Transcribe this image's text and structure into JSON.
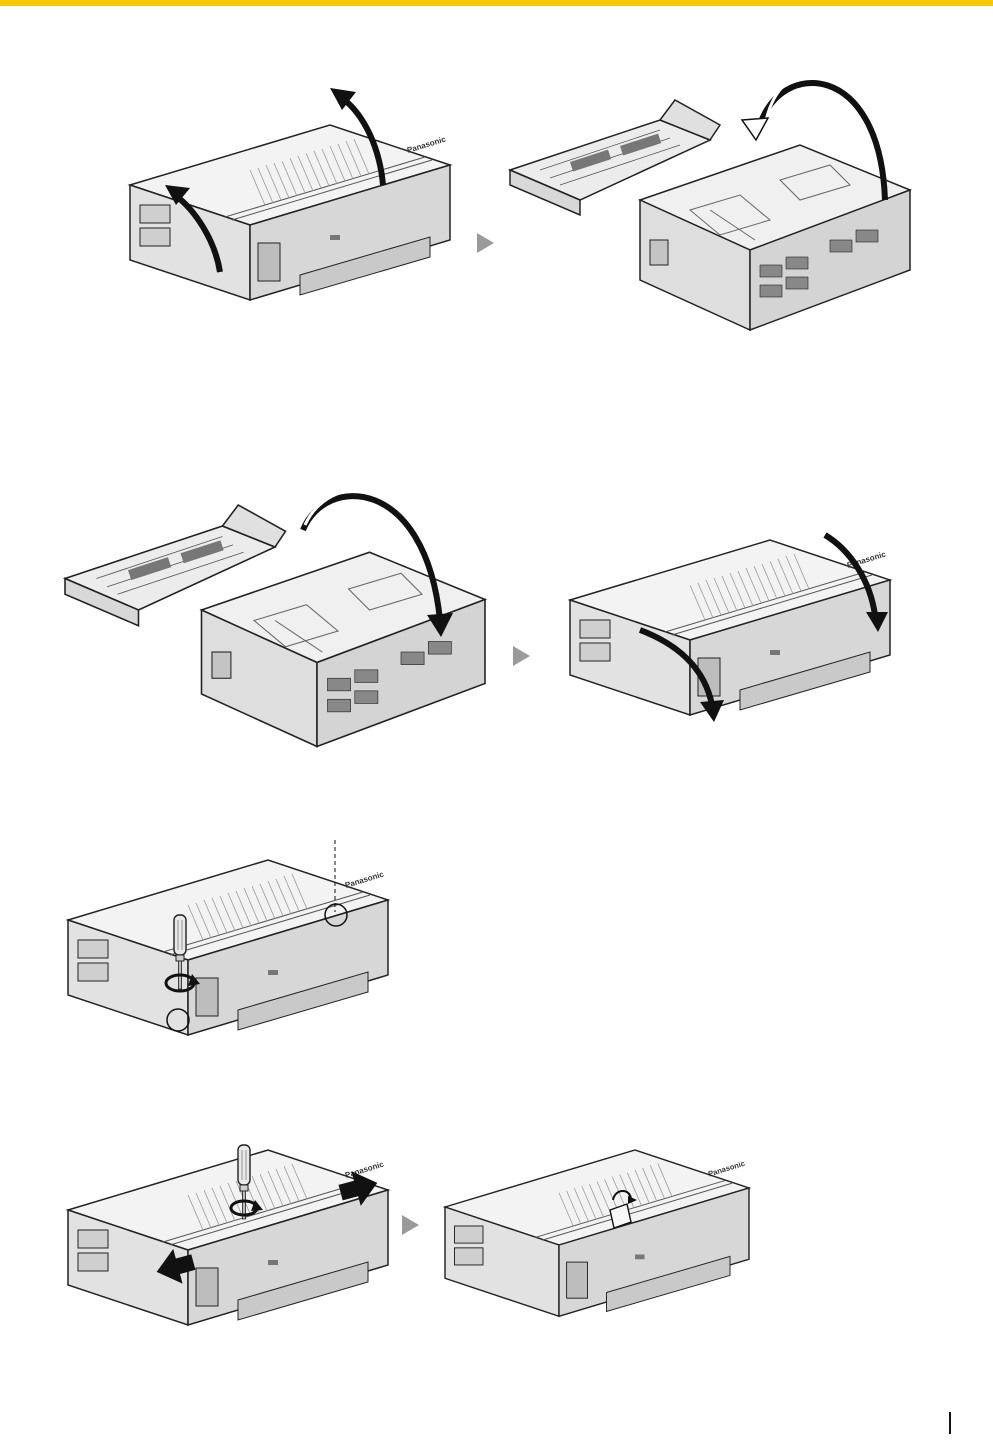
{
  "page": {
    "accent_color": "#f5c800",
    "brand_logo_text": "Panasonic"
  },
  "steps": [
    {
      "id": "open-cover",
      "icons": [
        "lift-arrow-icon",
        "lift-arrow-icon"
      ]
    },
    {
      "id": "close-cover",
      "icons": [
        "lower-arrow-icon",
        "lower-arrow-icon"
      ]
    },
    {
      "id": "fasten-screws",
      "icons": [
        "screwdriver-icon",
        "rotate-arrow-icon"
      ]
    },
    {
      "id": "slide-and-seal",
      "icons": [
        "push-arrow-icon",
        "screwdriver-icon",
        "seal-icon"
      ]
    }
  ],
  "sequence_marker": "triangle-next-icon"
}
